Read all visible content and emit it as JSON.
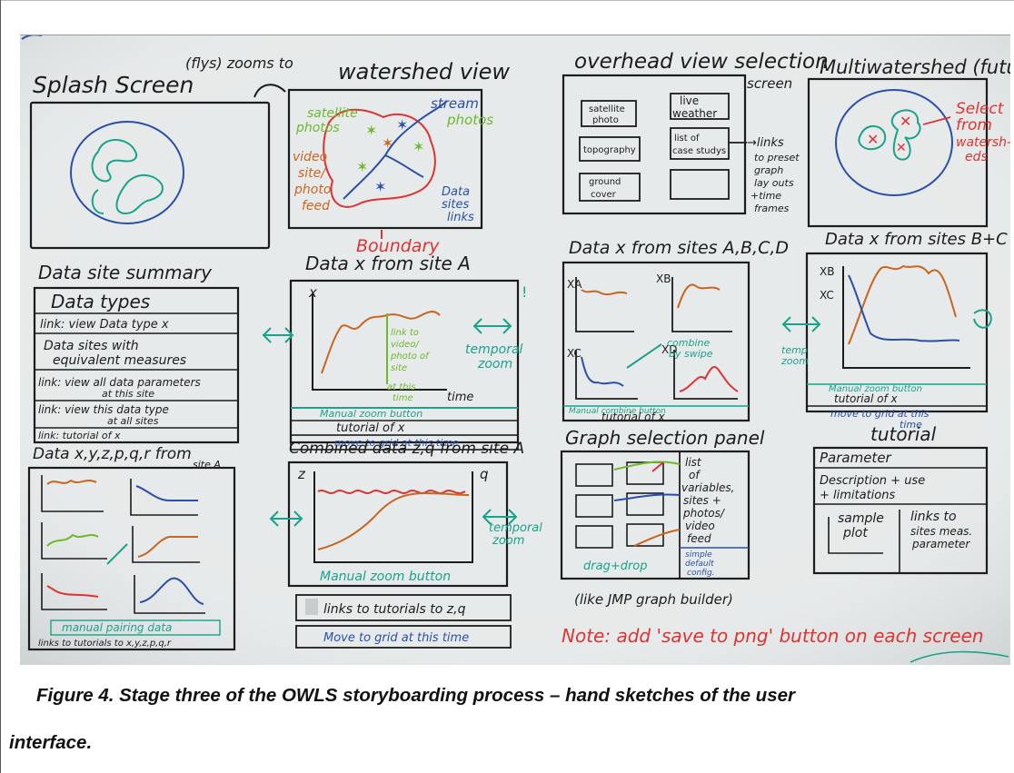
{
  "figure": {
    "caption_line1": "Figure 4. Stage three of the OWLS storyboarding process – hand sketches of the user",
    "caption_line2": "interface."
  },
  "colors": {
    "whiteboard": "#e7eaea",
    "marker_black": "#1c1c1c",
    "marker_green": "#2d8a3f",
    "marker_blue": "#2b4fa8",
    "marker_teal": "#1aa28a",
    "marker_orange": "#c9651f",
    "marker_red": "#d33",
    "marker_lime": "#6fb82a"
  },
  "sketch": {
    "splash": {
      "title": "Splash Screen",
      "note": "(flys) zooms to"
    },
    "watershed": {
      "title": "watershed view",
      "labels": [
        "satellite photos",
        "stream",
        "photos",
        "video site/ photo feed",
        "Data sites links",
        "Boundary"
      ]
    },
    "overhead": {
      "title": "overhead view selection screen",
      "buttons": [
        "satellite photo",
        "live weather",
        "topography",
        "list of case studys",
        "ground cover",
        ""
      ],
      "side_note": "links to preset graph lay outs + time frames"
    },
    "multi": {
      "title": "Multiwatershed (future)",
      "note": "Select from watersheds"
    },
    "summary": {
      "title": "Data site summary",
      "rows": [
        "Data types",
        "link: view Data type x",
        "Data sites with equivalent measures",
        "link: view all data parameters at this site",
        "link: view this data type at all sites",
        "link: tutorial of x"
      ]
    },
    "data_a": {
      "title": "Data x from site A",
      "axis_y": "x",
      "axis_x": "time",
      "inner_note": "link to video/ photo of site at this time",
      "side_note": "temporal zoom",
      "footer": [
        "Manual zoom button",
        "tutorial of x",
        "move to grid at this time"
      ]
    },
    "data_abcd": {
      "title": "Data x from sites A,B,C,D",
      "plot_labels": [
        "XA",
        "XB",
        "XC",
        "XD"
      ],
      "inner_note": "combine by swipe",
      "footer": [
        "Manual combine button",
        "tutorial of x"
      ]
    },
    "data_bc": {
      "title": "Data x from sites B+C",
      "plot_labels": [
        "XB",
        "XC"
      ],
      "side_note": "temp zoom",
      "footer": [
        "Manual zoom button",
        "tutorial of x",
        "move to grid at this time"
      ]
    },
    "multi_small": {
      "title": "Data x,y,z,p,q,r from site A",
      "footer": [
        "manual pairing data",
        "links to tutorials to x,y,z,p,q,r"
      ]
    },
    "combined": {
      "title": "Combined data z,q from site A",
      "axis_left": "z",
      "axis_right": "q",
      "side_note": "temporal zoom",
      "button": "Manual zoom button",
      "footer": [
        "links to tutorials to z,q",
        "Move to grid at this time"
      ]
    },
    "graph_panel": {
      "title": "Graph selection panel",
      "side_note": "list of variables, sites + photos/ video feed",
      "drag": "drag+drop",
      "config": "simple default config.",
      "bottom": "(like JMP graph builder)"
    },
    "tutorial": {
      "title": "tutorial",
      "rows": [
        "Parameter",
        "Description + use + limitations",
        "sample plot",
        "links to sites meas. parameter"
      ]
    },
    "note": "Note: add 'save to png' button on each screen"
  }
}
